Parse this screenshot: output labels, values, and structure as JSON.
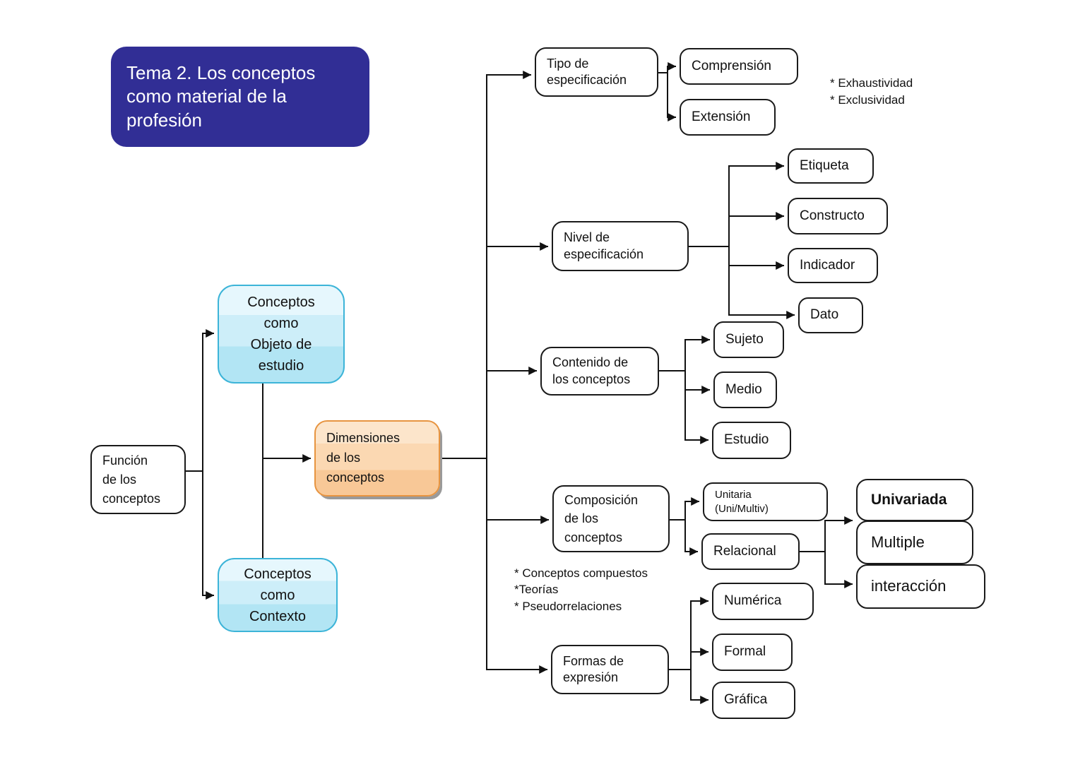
{
  "title": {
    "label": "Tema 2. Los conceptos\ncomo material de la\nprofesión"
  },
  "colors": {
    "title_bg": "#312E95",
    "title_text": "#FFFFFF",
    "blue_border": "#3CB4D8",
    "blue_1": "#E6F7FD",
    "blue_2": "#CDEEF9",
    "blue_3": "#B2E5F4",
    "orange_border": "#E79440",
    "orange_1": "#FCE5CB",
    "orange_2": "#FBD8B2",
    "orange_3": "#F8C897",
    "shadow": "#9A9A9A",
    "line": "#111111",
    "node_border": "#1A1A1A"
  },
  "nodes": {
    "funcion": "Función\nde los\nconceptos",
    "objeto": "Conceptos\ncomo\nObjeto de\nestudio",
    "contexto": "Conceptos\ncomo\nContexto",
    "dimensiones": "Dimensiones\nde los\nconceptos",
    "tipo": "Tipo de\nespecificación",
    "comprension": "Comprensión",
    "extension": "Extensión",
    "nivel": "Nivel de\nespecificación",
    "etiqueta": "Etiqueta",
    "constructo": "Constructo",
    "indicador": "Indicador",
    "dato": "Dato",
    "contenido": "Contenido de\nlos conceptos",
    "sujeto": "Sujeto",
    "medio": "Medio",
    "estudio": "Estudio",
    "composicion": "Composición\nde los\nconceptos",
    "unitaria": "Unitaria\n(Uni/Multiv)",
    "relacional": "Relacional",
    "univariada": "Univariada",
    "multiple": "Multiple",
    "interaccion": "interacción",
    "formas": "Formas de\nexpresión",
    "numerica": "Numérica",
    "formal": "Formal",
    "grafica": "Gráfica"
  },
  "notes": {
    "especificacion": "* Exhaustividad\n* Exclusividad",
    "composicion": "* Conceptos compuestos\n*Teorías\n* Pseudorrelaciones"
  },
  "edges": [
    {
      "from": "funcion",
      "to": "objeto"
    },
    {
      "from": "funcion",
      "to": "contexto"
    },
    {
      "from": "objeto",
      "to": "dimensiones"
    },
    {
      "from": "objeto",
      "to": "contexto"
    },
    {
      "from": "dimensiones",
      "to": "tipo"
    },
    {
      "from": "dimensiones",
      "to": "nivel"
    },
    {
      "from": "dimensiones",
      "to": "contenido"
    },
    {
      "from": "dimensiones",
      "to": "composicion"
    },
    {
      "from": "dimensiones",
      "to": "formas"
    },
    {
      "from": "tipo",
      "to": "comprension"
    },
    {
      "from": "tipo",
      "to": "extension"
    },
    {
      "from": "nivel",
      "to": "etiqueta"
    },
    {
      "from": "nivel",
      "to": "constructo"
    },
    {
      "from": "nivel",
      "to": "indicador"
    },
    {
      "from": "nivel",
      "to": "dato"
    },
    {
      "from": "contenido",
      "to": "sujeto"
    },
    {
      "from": "contenido",
      "to": "medio"
    },
    {
      "from": "contenido",
      "to": "estudio"
    },
    {
      "from": "composicion",
      "to": "unitaria"
    },
    {
      "from": "composicion",
      "to": "relacional"
    },
    {
      "from": "relacional",
      "to": "univariada"
    },
    {
      "from": "relacional",
      "to": "multiple"
    },
    {
      "from": "relacional",
      "to": "interaccion"
    },
    {
      "from": "formas",
      "to": "numerica"
    },
    {
      "from": "formas",
      "to": "formal"
    },
    {
      "from": "formas",
      "to": "grafica"
    }
  ]
}
